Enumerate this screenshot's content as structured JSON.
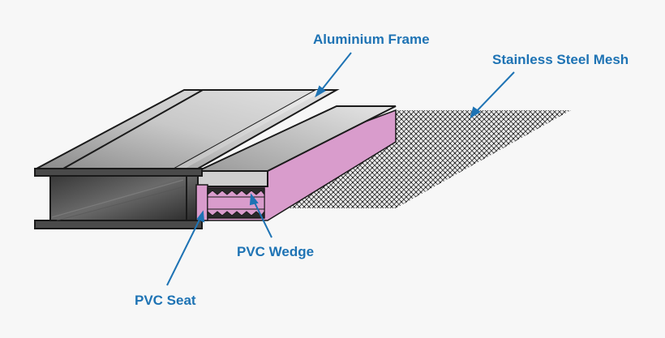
{
  "labels": {
    "aluminium_frame": "Aluminium Frame",
    "stainless_steel_mesh": "Stainless Steel Mesh",
    "pvc_wedge": "PVC Wedge",
    "pvc_seat": "PVC Seat"
  },
  "colors": {
    "label": "#1e73b4",
    "pvc": "#d99ccc",
    "aluminium_dark": "#3a3a3a",
    "aluminium_light": "#d9d9d9",
    "outline": "#1a1a1a",
    "background": "#f7f7f7"
  }
}
